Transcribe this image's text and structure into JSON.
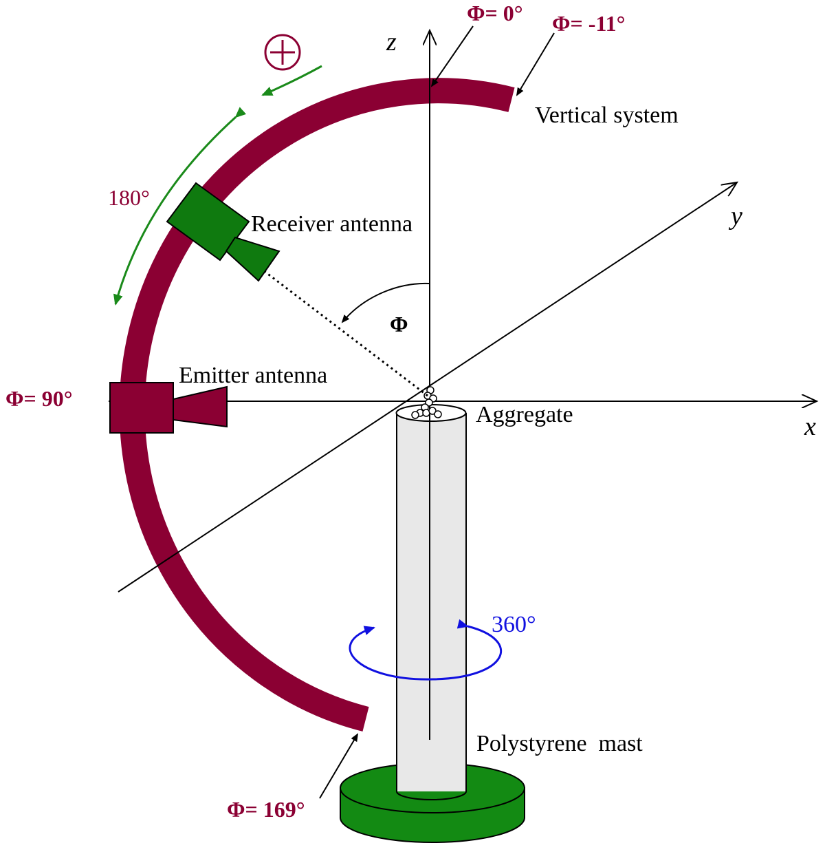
{
  "labels": {
    "axis_x": "x",
    "axis_y": "y",
    "axis_z": "z",
    "phi_symbol": "Φ",
    "phi_0": "Φ= 0°",
    "phi_minus_11": "Φ= -11°",
    "phi_90": "Φ= 90°",
    "phi_169": "Φ= 169°",
    "vertical_system": "Vertical system",
    "receiver_antenna": "Receiver antenna",
    "emitter_antenna": "Emitter antenna",
    "aggregate": "Aggregate",
    "polystyrene_mast": "Polystyrene  mast",
    "range_180": "180°",
    "rotation_360": "360°",
    "positive_direction": "+"
  },
  "colors": {
    "arc": "#8B0033",
    "receiver": "#0f7a0f",
    "base": "#138a13",
    "range_arrow": "#1a8a1a",
    "rotation_arrow": "#1010e0",
    "mast": "#e8e8e8"
  }
}
